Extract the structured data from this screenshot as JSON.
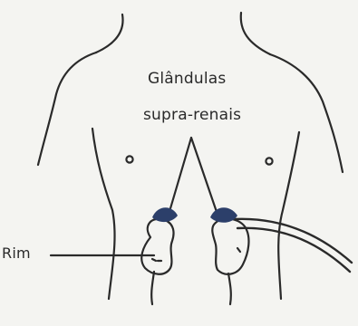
{
  "labels": {
    "glands_line1": "Glândulas",
    "glands_line2": "supra-renais",
    "kidney": "Rim"
  },
  "colors": {
    "ink": "#2a2a2a",
    "adrenal": "#2c3f6a",
    "background": "#f4f4f1"
  }
}
